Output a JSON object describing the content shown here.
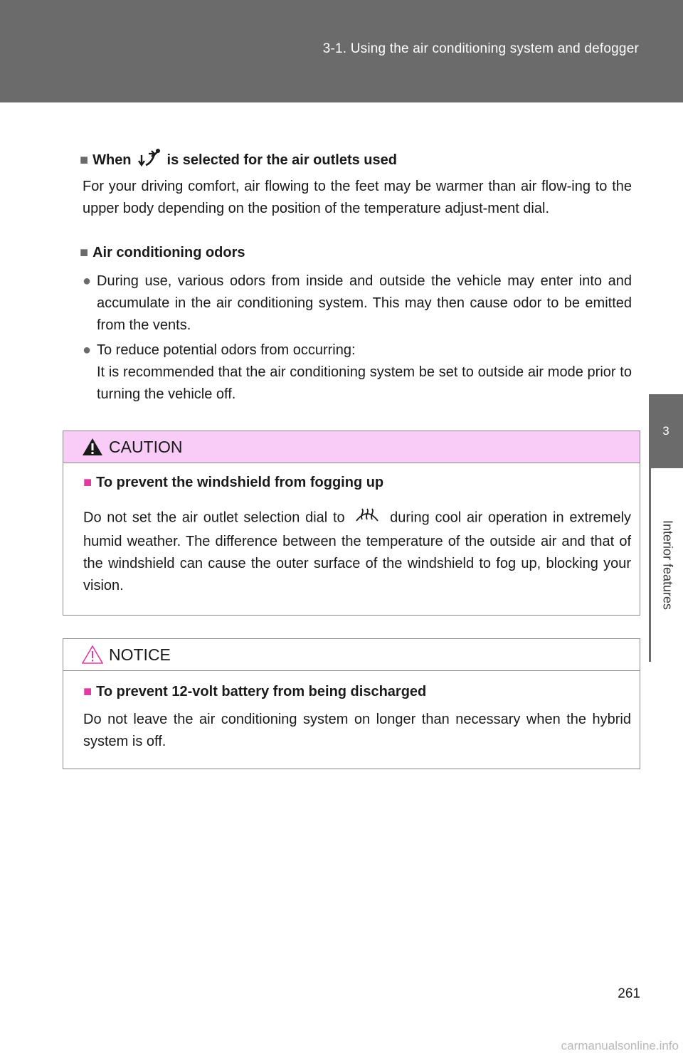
{
  "header": {
    "section_title": "3-1. Using the air conditioning system and defogger"
  },
  "side_tab": {
    "chapter_number": "3",
    "chapter_label": "Interior features"
  },
  "sections": [
    {
      "heading_pre": "When",
      "heading_post": "is selected for the air outlets used",
      "icon": "foot-upper-body-airflow-icon",
      "body": "For your driving comfort, air flowing to the feet may be warmer than air flow-ing to the upper body depending on the position of the temperature adjust-ment dial."
    },
    {
      "heading": "Air conditioning odors",
      "bullets": [
        "During use, various odors from inside and outside the vehicle may enter into and accumulate in the air conditioning system. This may then cause odor to be emitted from the vents.",
        "To reduce potential odors from occurring:"
      ],
      "bullet2_extra": "It is recommended that the air conditioning system be set to outside air mode prior to turning the vehicle off."
    }
  ],
  "caution": {
    "title": "CAUTION",
    "subheading": "To prevent the windshield from fogging up",
    "text_pre": "Do not set the air outlet selection dial to",
    "icon": "windshield-defogger-icon",
    "text_post": "during cool air operation in extremely humid weather. The difference between the temperature of the outside air and that of the windshield can cause the outer surface of the windshield to fog up, blocking your vision."
  },
  "notice": {
    "title": "NOTICE",
    "subheading": "To prevent 12-volt battery from being discharged",
    "text": "Do not leave the air conditioning system on longer than necessary when the hybrid system is off."
  },
  "page_number": "261",
  "watermark": "carmanualsonline.info",
  "colors": {
    "header_gray": "#6b6b6b",
    "caution_pink": "#f8ccf6",
    "accent_magenta": "#e03aa0"
  }
}
